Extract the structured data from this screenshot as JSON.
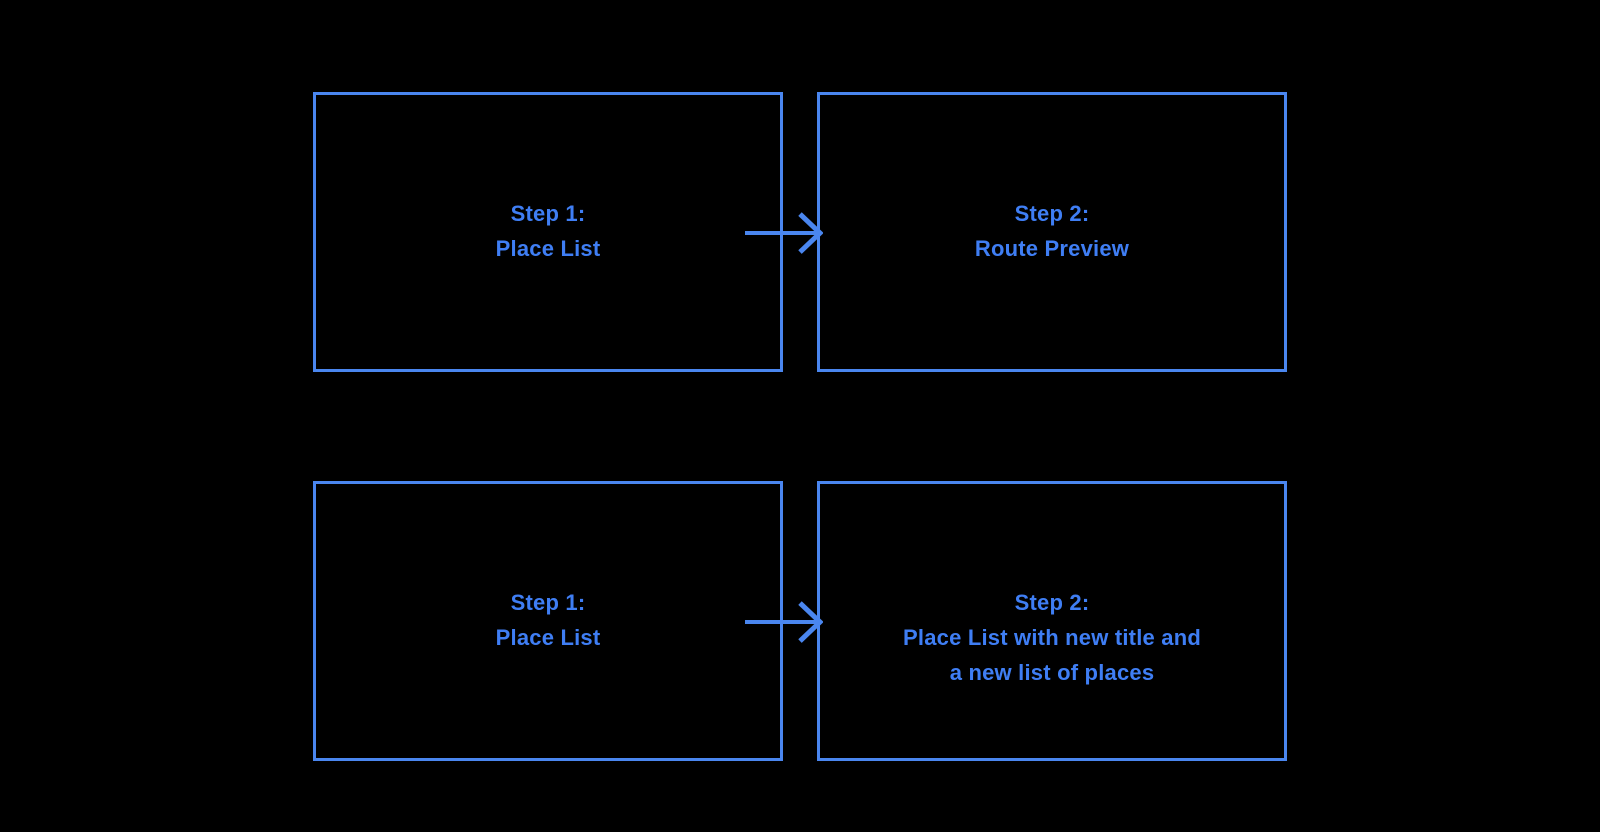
{
  "diagram": {
    "background_color": "#000000",
    "stroke_color": "#4a86ef",
    "text_color": "#3f7ef4",
    "flows": [
      {
        "connector": "arrow-right",
        "from": {
          "name": "step-1-place-list",
          "lines": [
            "Step 1:",
            "Place List"
          ]
        },
        "to": {
          "name": "step-2-route-preview",
          "lines": [
            "Step 2:",
            "Route Preview"
          ]
        }
      },
      {
        "connector": "arrow-right",
        "from": {
          "name": "step-1-place-list",
          "lines": [
            "Step 1:",
            "Place List"
          ]
        },
        "to": {
          "name": "step-2-place-list-updated",
          "lines": [
            "Step 2:",
            "Place List with new title and",
            "a new list of places"
          ]
        }
      }
    ]
  }
}
